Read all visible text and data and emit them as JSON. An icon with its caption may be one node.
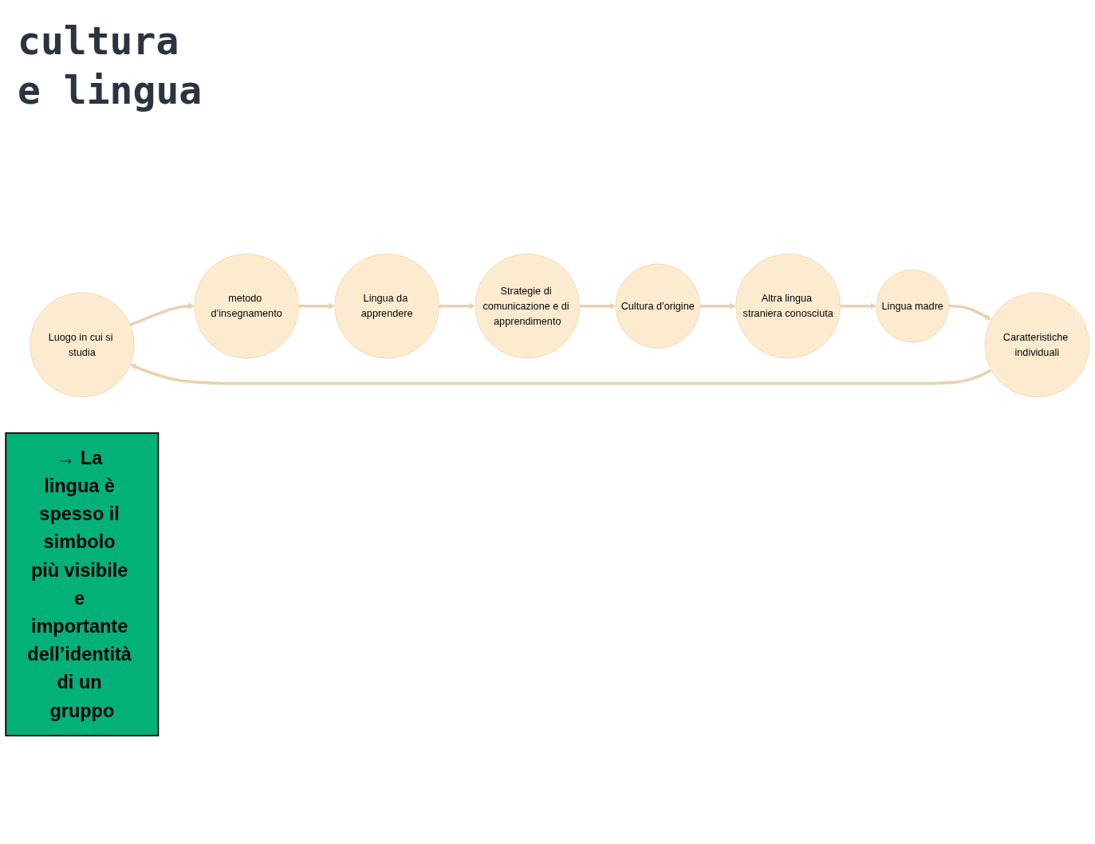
{
  "diagram": {
    "title": "cultura e lingua",
    "nodes": [
      {
        "text": [
          "Luogo in cui si studia"
        ]
      },
      {
        "text": [
          "metodo d’insegnamento"
        ]
      },
      {
        "text": [
          "Lingua da apprendere"
        ]
      },
      {
        "text": [
          "Strategie di comunicazione e di apprendimento"
        ]
      },
      {
        "text": [
          "Cultura d’origine"
        ]
      },
      {
        "text": [
          "Altra lingua straniera conosciuta"
        ]
      },
      {
        "text": [
          "Lingua madre"
        ]
      },
      {
        "text": [
          "Caratteristiche individuali"
        ]
      },
      {
        "text": [
          "→ La lingua è spesso il simbolo più visibile e importante dell’identità di un gruppo"
        ]
      }
    ],
    "edges": [
      {
        "from": 7,
        "to": 0,
        "arrow": "to"
      },
      {
        "from": 0,
        "to": 1,
        "arrow": "to"
      },
      {
        "from": 1,
        "to": 2,
        "arrow": "to"
      },
      {
        "from": 2,
        "to": 3,
        "arrow": "to"
      },
      {
        "from": 3,
        "to": 4,
        "arrow": "to"
      },
      {
        "from": 4,
        "to": 5,
        "arrow": "to"
      },
      {
        "from": 5,
        "to": 6,
        "arrow": "to"
      },
      {
        "from": 6,
        "to": 7,
        "arrow": "to"
      }
    ]
  }
}
